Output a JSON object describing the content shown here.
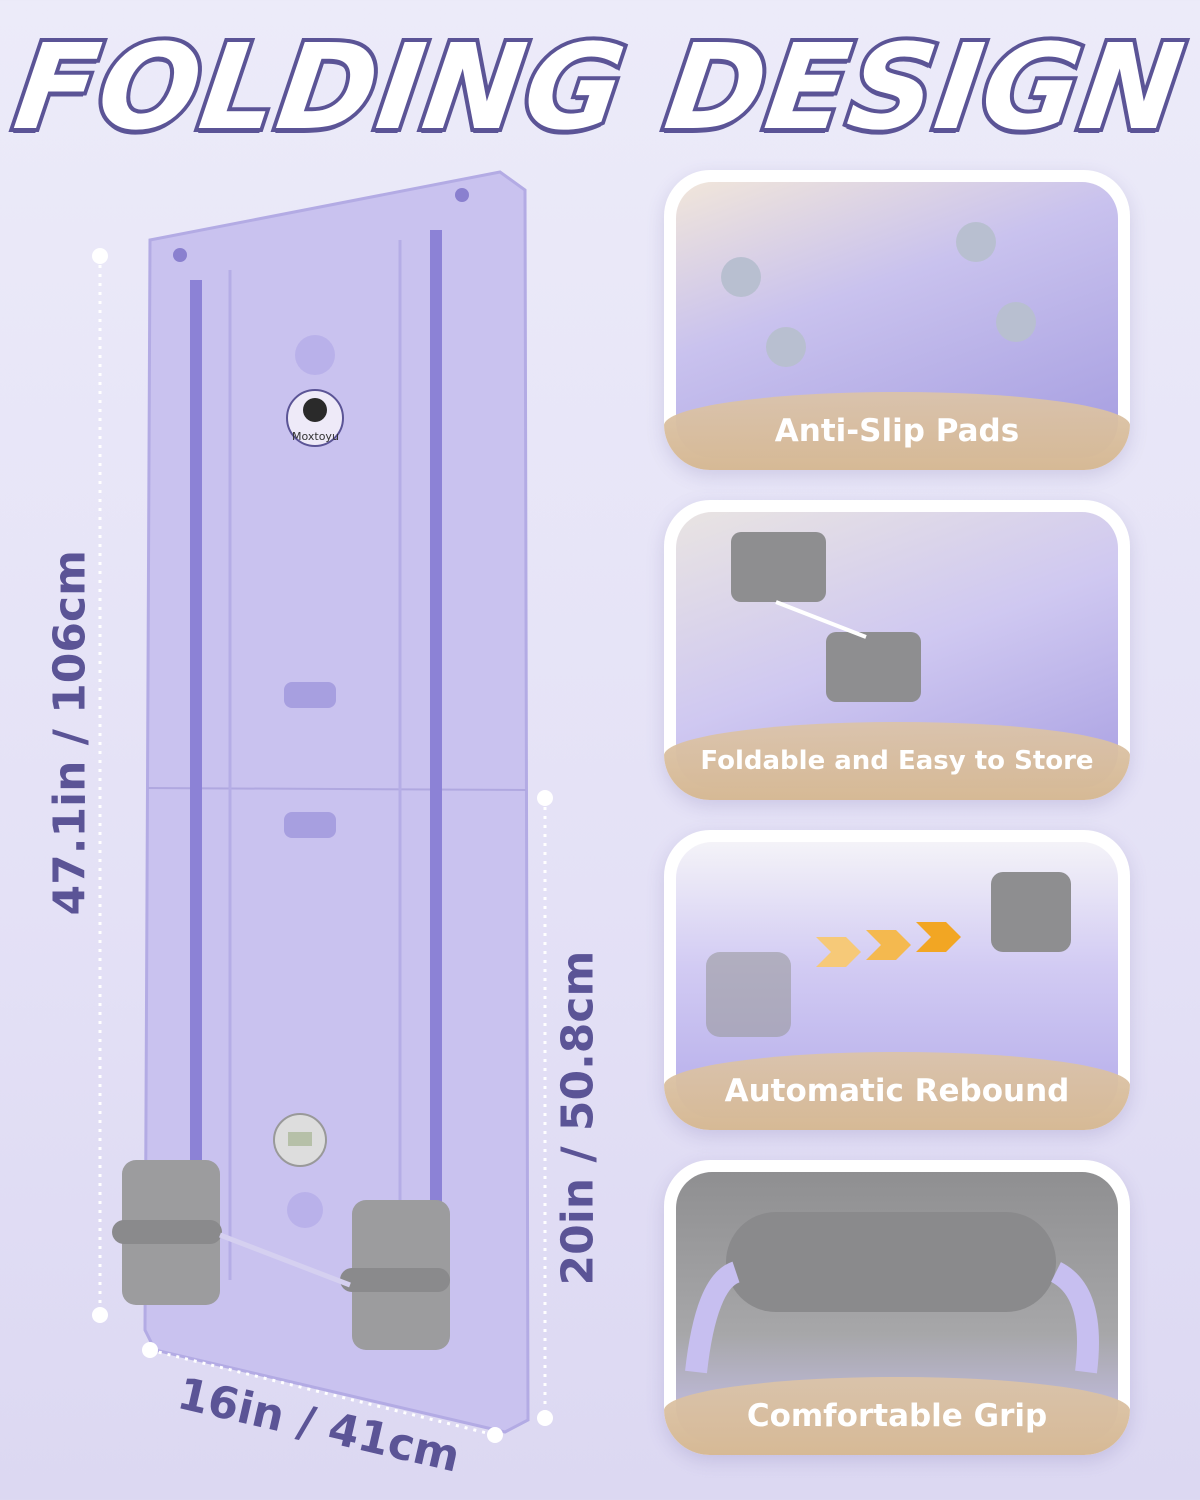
{
  "title": "FOLDING DESIGN",
  "brand": "Moxtoyu",
  "dimensions": {
    "height_total": "47.1in / 106cm",
    "height_folded": "20in / 50.8cm",
    "width": "16in / 41cm"
  },
  "features": [
    {
      "label": "Anti-Slip Pads"
    },
    {
      "label": "Foldable and Easy to Store"
    },
    {
      "label": "Automatic Rebound"
    },
    {
      "label": "Comfortable Grip"
    }
  ],
  "colors": {
    "accent": "#5b5496",
    "board": "#c9c2f0",
    "label_band": "#d6b995"
  }
}
